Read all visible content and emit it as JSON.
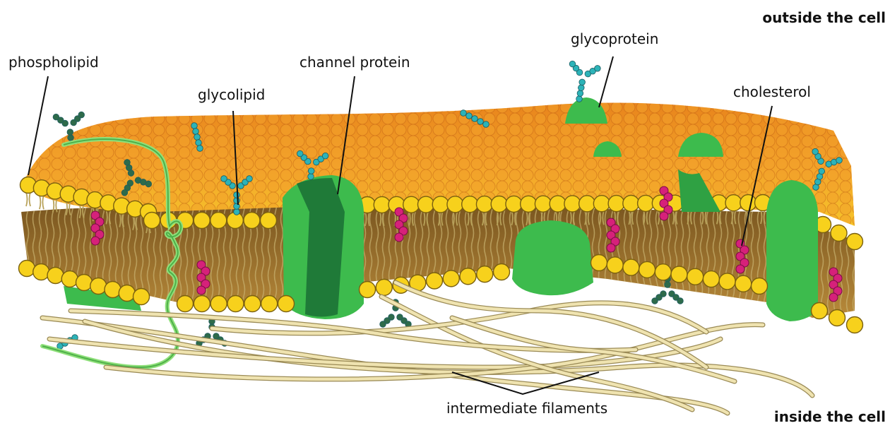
{
  "labels": {
    "outside": "outside the cell",
    "inside": "inside the cell",
    "phospholipid": "phospholipid",
    "glycolipid": "glycolipid",
    "channel_protein": "channel protein",
    "glycoprotein": "glycoprotein",
    "cholesterol": "cholesterol",
    "intermediate_filaments": "intermediate filaments"
  },
  "colors": {
    "head_top": "#f7d11c",
    "surface_orange": "#ea8a1e",
    "surface_dark": "#d8691a",
    "tail": "#b8a25a",
    "core_brown": "#8d6a26",
    "protein": "#3dbb4d",
    "protein_dark": "#1f7a38",
    "cholesterol": "#d6217a",
    "sugar": "#2cb3b8",
    "sugar_dark": "#2e6b4a",
    "filament": "#efe3b0"
  }
}
